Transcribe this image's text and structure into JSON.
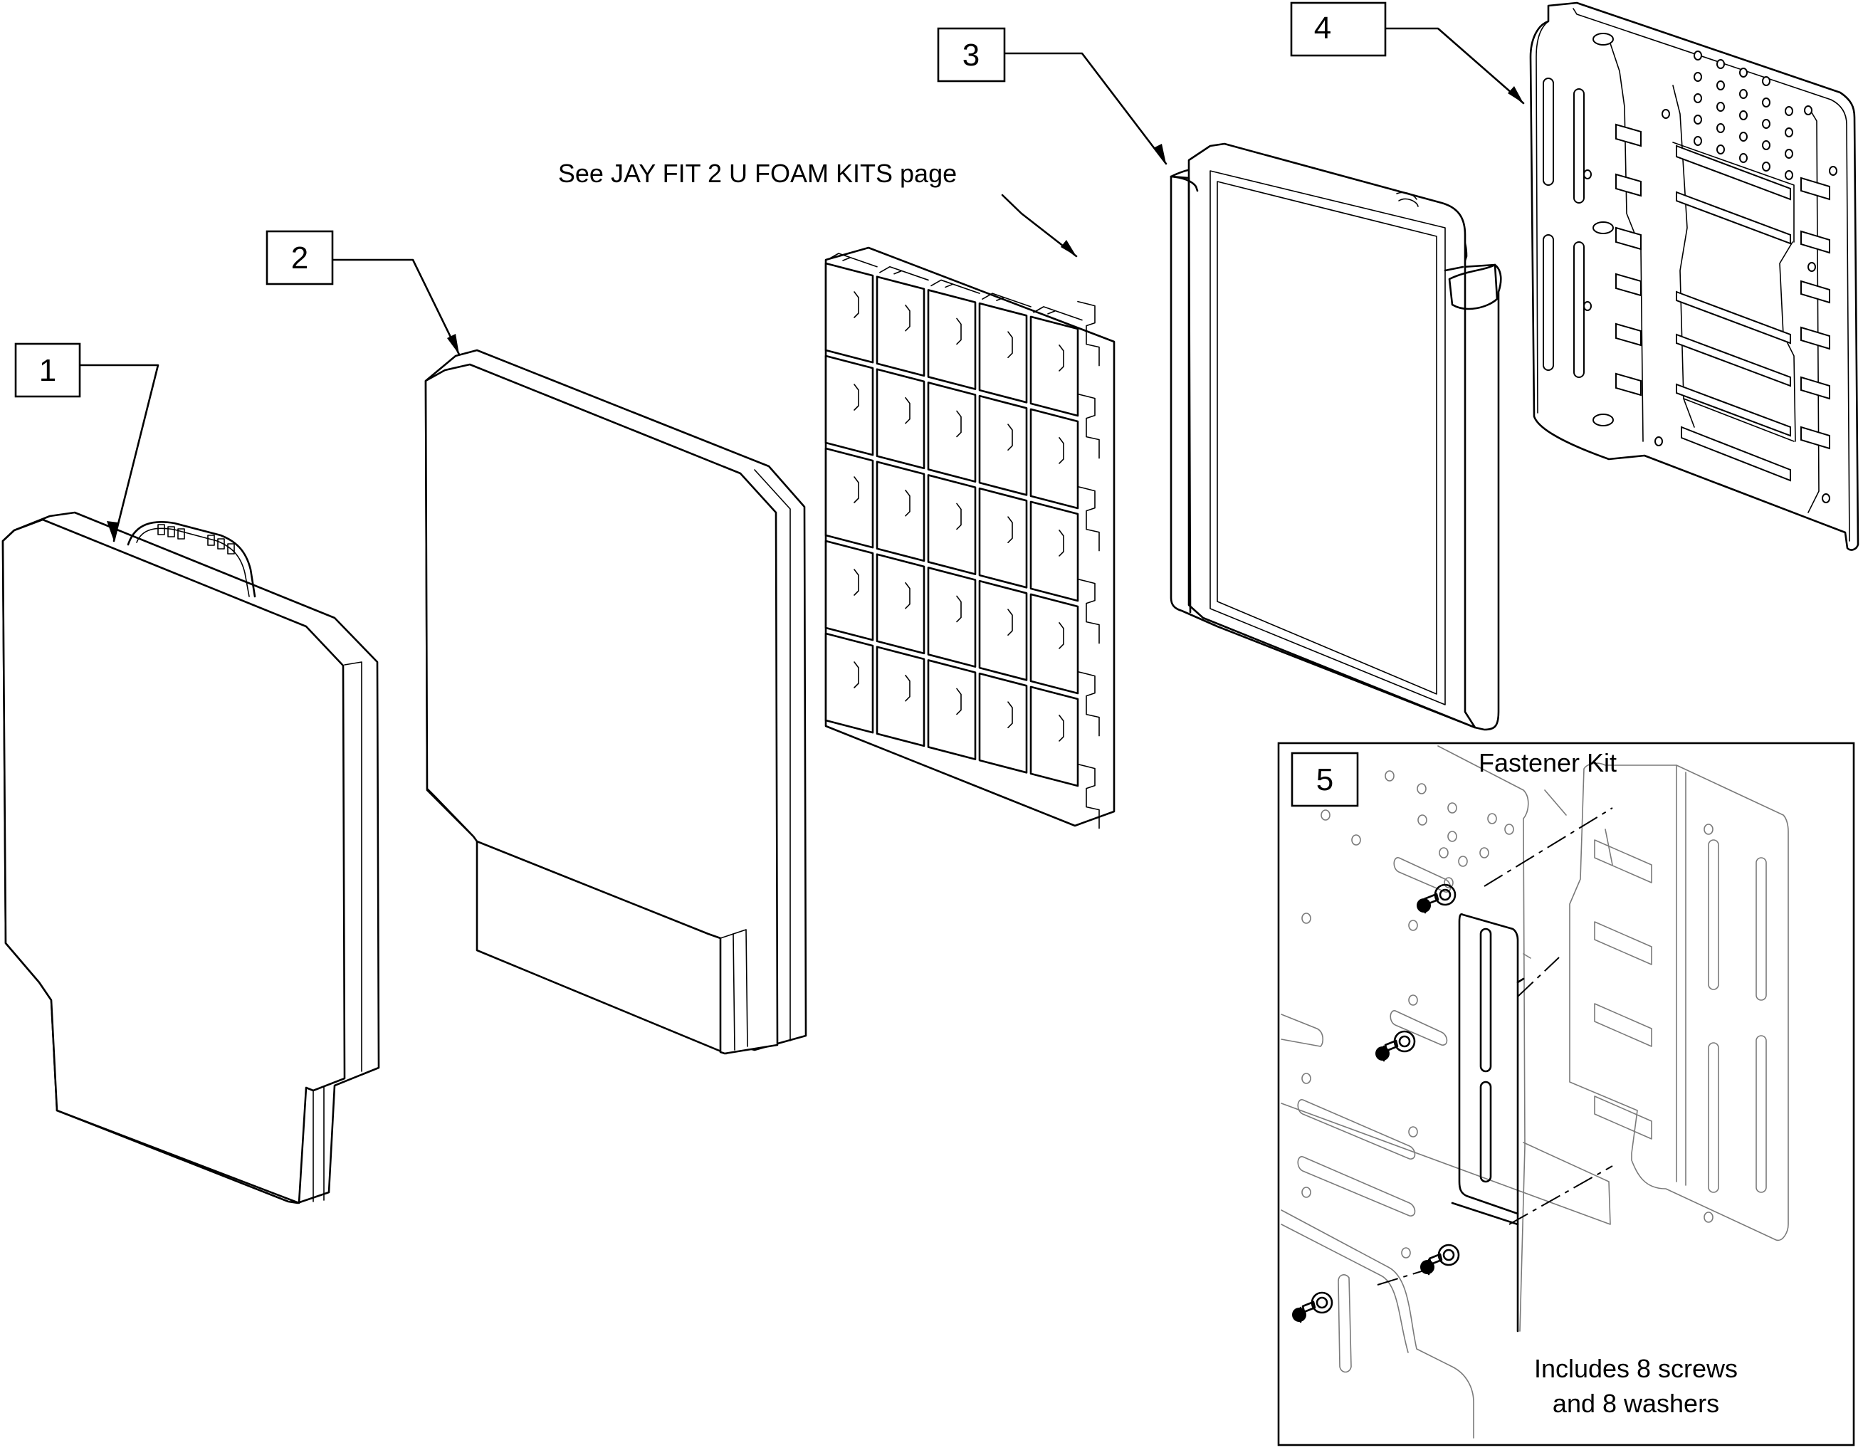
{
  "callouts": [
    "1",
    "2",
    "3",
    "4",
    "5"
  ],
  "notes": {
    "foam_kits": "See JAY FIT 2 U FOAM KITS page",
    "fastener_kit": "Fastener Kit",
    "includes_line1": "Includes 8 screws",
    "includes_line2": "and 8 washers"
  }
}
